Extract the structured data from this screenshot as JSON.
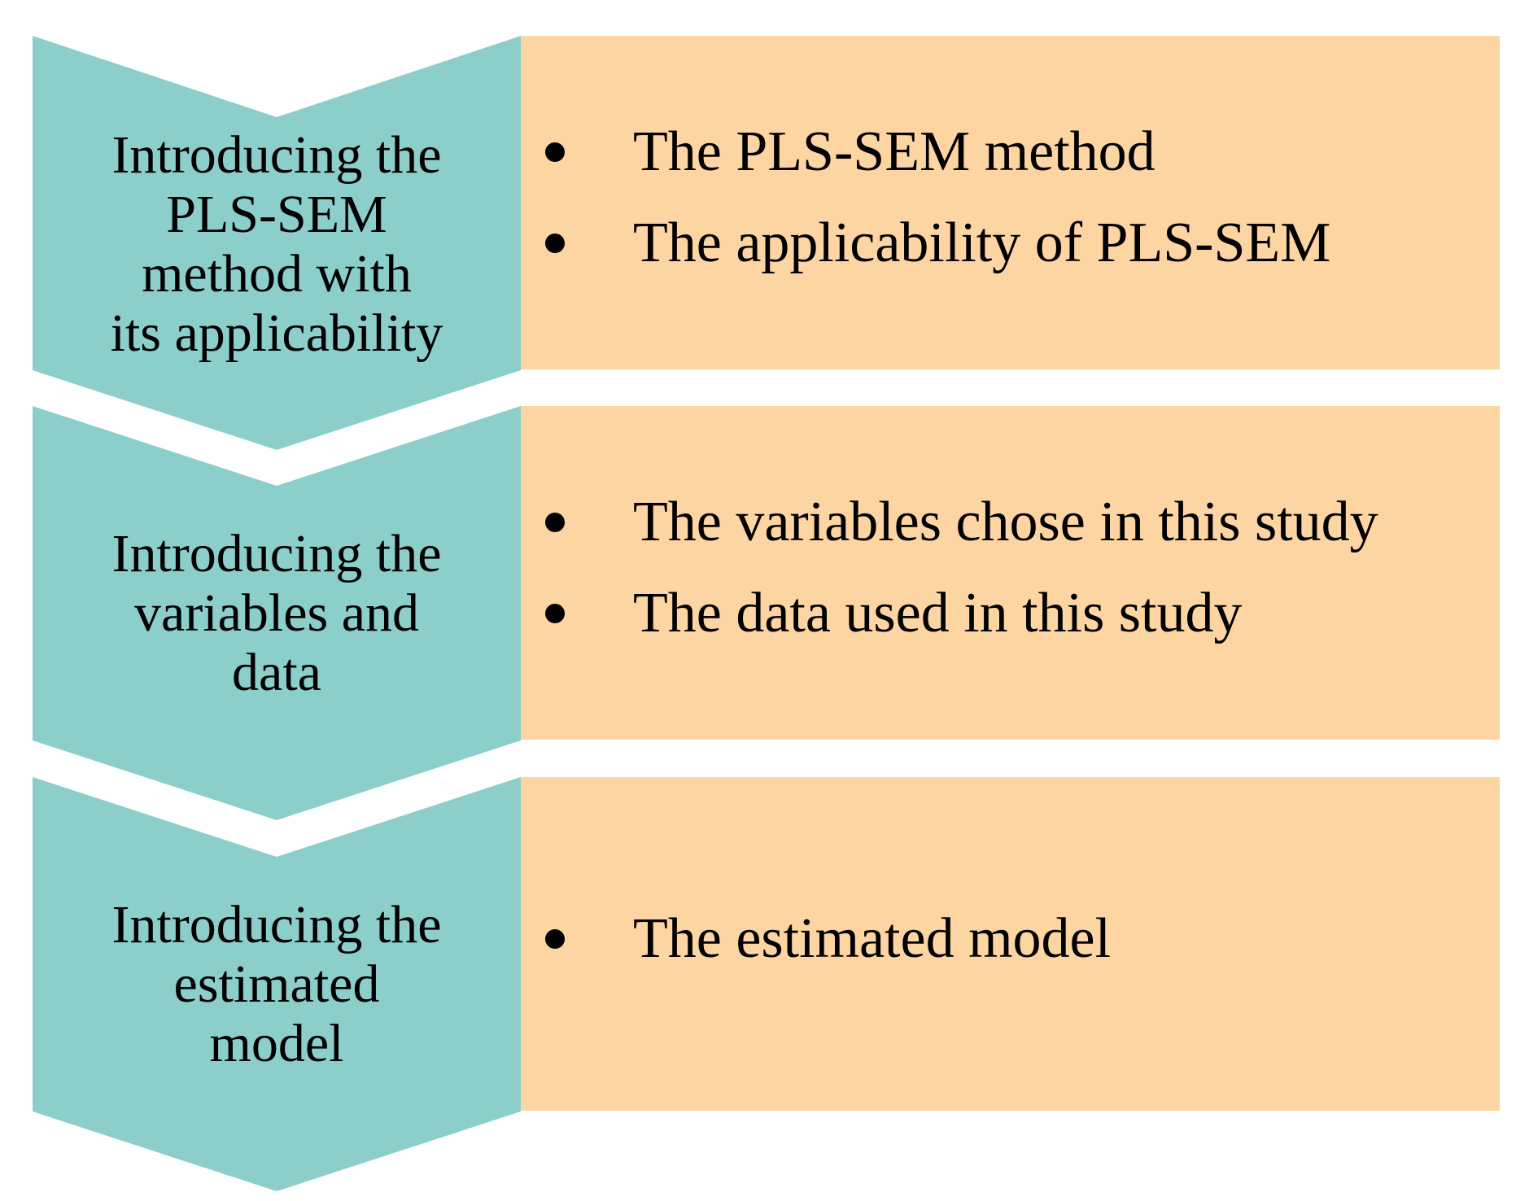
{
  "colors": {
    "chevron_fill": "#8ccec9",
    "detail_fill": "#fdd5a2"
  },
  "steps": [
    {
      "title": "Introducing the\nPLS-SEM\nmethod with\nits applicability",
      "bullets": [
        "The PLS-SEM method",
        "The applicability of PLS-SEM"
      ]
    },
    {
      "title": "Introducing the\nvariables and\ndata",
      "bullets": [
        "The variables chose in this study",
        "The data used in this study"
      ]
    },
    {
      "title": "Introducing the\nestimated\nmodel",
      "bullets": [
        "The estimated model"
      ]
    }
  ]
}
